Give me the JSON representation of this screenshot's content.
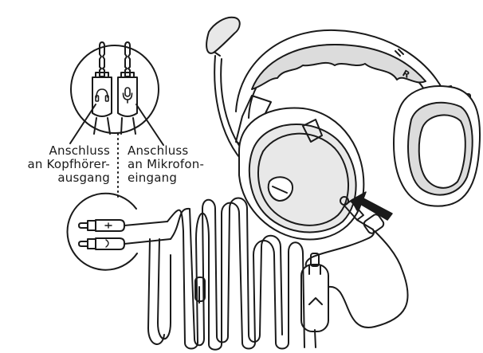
{
  "labels": {
    "headphone_out": {
      "line1": "Anschluss",
      "line2": "an Kopfhörer-",
      "line3": "ausgang"
    },
    "mic_in": {
      "line1": "Anschluss",
      "line2": "an Mikrofon-",
      "line3": "eingang"
    }
  },
  "icons": {
    "headphone_jack": "headphone-icon",
    "mic_jack": "microphone-icon"
  },
  "headset_marking": "R",
  "colors": {
    "ink": "#1a1a1a",
    "cushion_fill": "#dcdcdc",
    "cup_fill": "#e8e8e8",
    "background": "#ffffff"
  }
}
